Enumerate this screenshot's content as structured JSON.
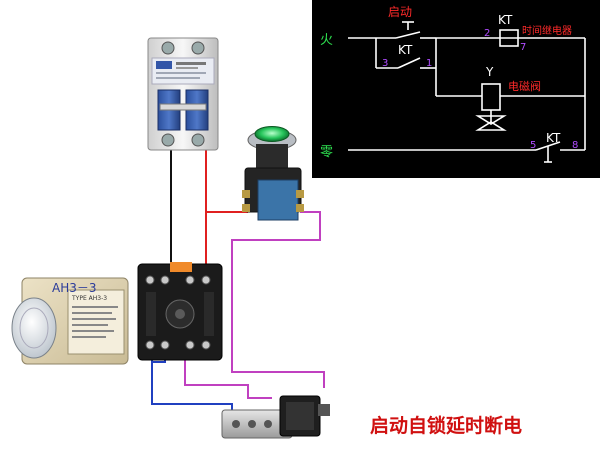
{
  "schematic": {
    "fire_label": "火",
    "neutral_label": "零",
    "start_label": "启动",
    "kt_top_label": "KT",
    "kt_mid_label": "KT",
    "kt_bottom_label": "KT",
    "relay_label": "时间继电器",
    "y_label": "Y",
    "valve_label": "电磁阀",
    "pin_2": "2",
    "pin_7": "7",
    "pin_3": "3",
    "pin_1": "1",
    "pin_5": "5",
    "pin_8": "8"
  },
  "components": {
    "timer_model_label": "AH3－3",
    "timer_plate_text": "TYPE AH3-3"
  },
  "caption": "启动自锁延时断电",
  "colors": {
    "schematic_bg": "#000000",
    "caption": "#d01010",
    "wire_red": "#e02020",
    "wire_black": "#111111",
    "wire_pink": "#c040c0",
    "wire_blue": "#2040c0",
    "schematic_red": "#ff2a2a",
    "schematic_purple": "#b04cff",
    "schematic_white": "#ffffff"
  }
}
